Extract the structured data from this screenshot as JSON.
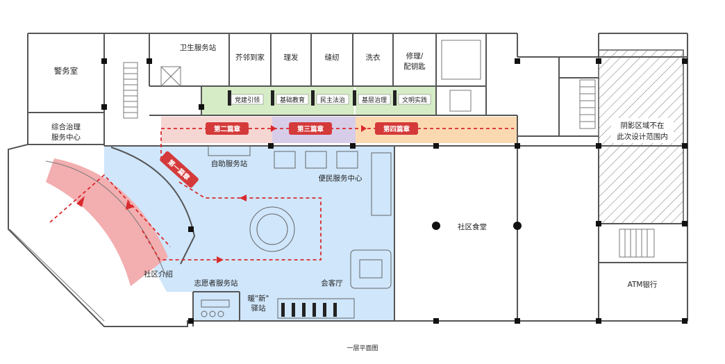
{
  "caption": "一层平面图",
  "colors": {
    "service_zone": "#cfe6fb",
    "intro_zone": "#f3aeb0",
    "green_band": "#d6ecc6",
    "purple_band": "#d8cde9",
    "orange_band": "#fbd9b0",
    "route_red": "#d9292b",
    "tag_red": "#d43a3a"
  },
  "rooms": {
    "guard": "警务室",
    "governance_1": "综合治理",
    "governance_2": "服务中心",
    "health": "卫生服务站",
    "neighbor": "芥邻到家",
    "haircut": "理发",
    "sewing": "缝纫",
    "laundry": "洗衣",
    "repair_1": "修理/",
    "repair_2": "配钥匙",
    "self_service": "自助服务站",
    "convenience": "便民服务中心",
    "volunteer": "志愿者服务站",
    "reception": "会客厅",
    "new_1": "暖\"新\"",
    "new_2": "驿站",
    "canteen": "社区食堂",
    "community_intro": "社区介绍",
    "scope_1": "阴影区域不在",
    "scope_2": "此次设计范围内",
    "atm": "ATM银行"
  },
  "band_labels": [
    "党建引领",
    "基础教育",
    "民主法治",
    "基层治理",
    "文明实践"
  ],
  "chapters": {
    "c1": "第一篇章",
    "c2": "第二篇章",
    "c3": "第三篇章",
    "c4": "第四篇章"
  }
}
